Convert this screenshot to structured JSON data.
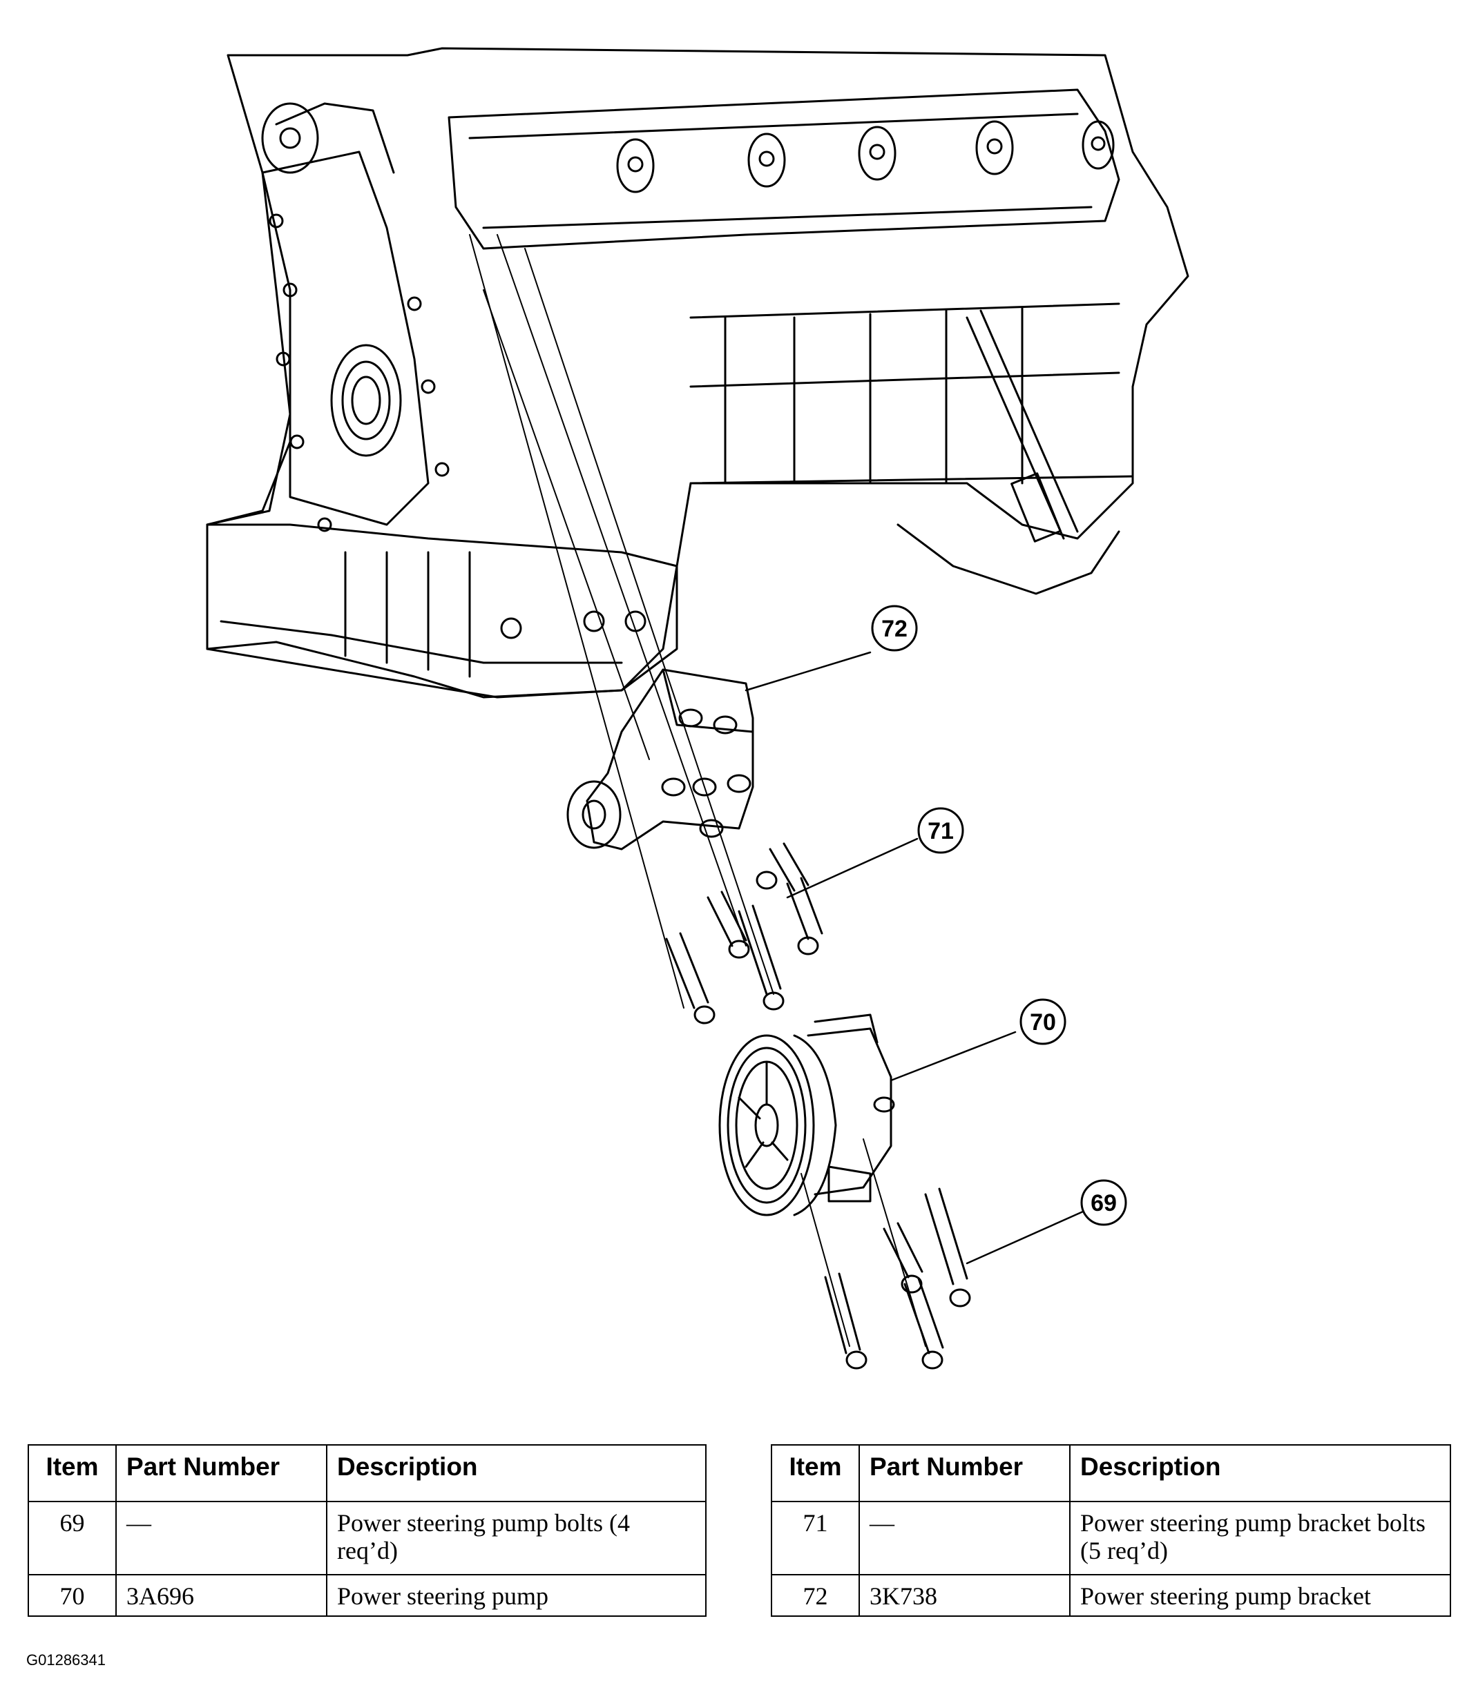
{
  "callouts": [
    {
      "id": "callout-72",
      "number": "72"
    },
    {
      "id": "callout-71",
      "number": "71"
    },
    {
      "id": "callout-70",
      "number": "70"
    },
    {
      "id": "callout-69",
      "number": "69"
    }
  ],
  "table_left": {
    "headers": {
      "item": "Item",
      "part_number": "Part Number",
      "description": "Description"
    },
    "rows": [
      {
        "item": "69",
        "part_number": "—",
        "description": "Power steering pump bolts (4 req’d)"
      },
      {
        "item": "70",
        "part_number": "3A696",
        "description": "Power steering pump"
      }
    ]
  },
  "table_right": {
    "headers": {
      "item": "Item",
      "part_number": "Part Number",
      "description": "Description"
    },
    "rows": [
      {
        "item": "71",
        "part_number": "—",
        "description": "Power steering pump bracket bolts (5 req’d)"
      },
      {
        "item": "72",
        "part_number": "3K738",
        "description": "Power steering pump bracket"
      }
    ]
  },
  "figure_id": "G01286341"
}
